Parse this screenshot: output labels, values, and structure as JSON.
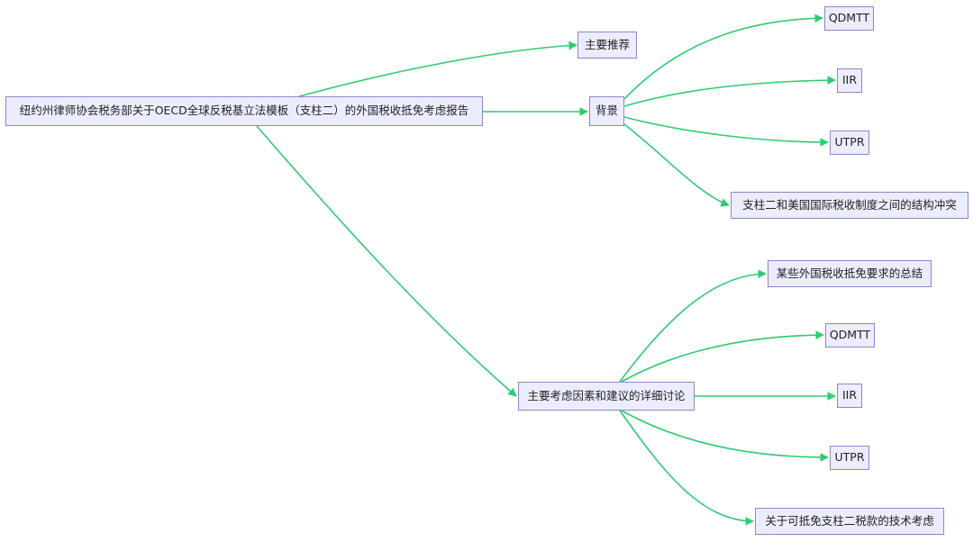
{
  "style": {
    "node_fill": "#ECECFF",
    "node_border": "#8f86c9",
    "edge_color": "#2ecc71",
    "text_color": "#222222"
  },
  "nodes": {
    "root": "纽约州律师协会税务部关于OECD全球反税基立法模板（支柱二）的外国税收抵免考虑报告",
    "main_recommendation": "主要推荐",
    "background": "背景",
    "bg_qdmtt": "QDMTT",
    "bg_iir": "IIR",
    "bg_utpr": "UTPR",
    "bg_conflict": "支柱二和美国国际税收制度之间的结构冲突",
    "discussion": "主要考虑因素和建议的详细讨论",
    "disc_summary": "某些外国税收抵免要求的总结",
    "disc_qdmtt": "QDMTT",
    "disc_iir": "IIR",
    "disc_utpr": "UTPR",
    "disc_technical": "关于可抵免支柱二税款的技术考虑"
  }
}
